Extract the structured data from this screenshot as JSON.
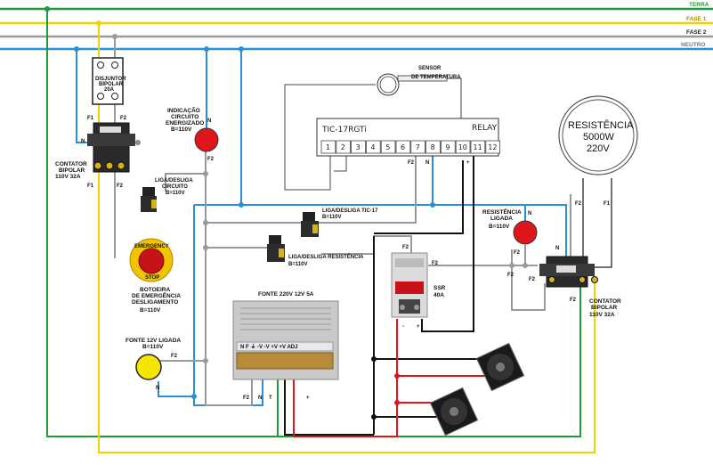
{
  "rails": {
    "terra": "TERRA",
    "fase1": "FASE 1",
    "fase2": "FASE 2",
    "neutro": "NEUTRO"
  },
  "colors": {
    "terra": "#1e9a3a",
    "fase1": "#f2d300",
    "fase2": "#9a9a9a",
    "neutro": "#2b8fd6",
    "signal": "#111111",
    "dc_positive": "#e0141b",
    "lamp_red": "#e0141b",
    "lamp_yellow": "#f5e400"
  },
  "breaker": {
    "label": "DISJUNTOR BIPOLAR 20A"
  },
  "contactor_left": {
    "label_line1": "CONTATOR",
    "label_line2": "BIPOLAR",
    "label_line3": "110V 32A",
    "f1_top": "F1",
    "f2_top": "F2",
    "n": "N",
    "f1_bottom": "F1",
    "f2_bottom": "F2"
  },
  "lamp_circuit": {
    "line1": "INDICAÇÃO",
    "line2": "CIRCUITO",
    "line3": "ENERGIZADO",
    "line4": "B=110V",
    "n": "N",
    "f2": "F2"
  },
  "switch_circuit": {
    "line1": "LIGA/DESLIGA",
    "line2": "CIRCUITO",
    "line3": "B=110V"
  },
  "switch_tic": {
    "line1": "LIGA/DESLIGA TIC-17",
    "line2": "B=110V"
  },
  "switch_res": {
    "line1": "LIGA/DESLIGA RESISTÊNCIA",
    "line2": "B=110V"
  },
  "emergency": {
    "cap_top": "EMERGENCY",
    "cap_bottom": "STOP",
    "line1": "BOTOEIRA",
    "line2": "DE EMERGÊNCIA",
    "line3": "DESLIGAMENTO",
    "line4": "B=110V"
  },
  "sensor": {
    "line1": "SENSOR",
    "line2": "DE TEMPERATURA"
  },
  "tic": {
    "model": "TIC-17RGTi",
    "relay": "RELAY",
    "terminals": [
      "1",
      "2",
      "3",
      "4",
      "5",
      "6",
      "7",
      "8",
      "9",
      "10",
      "11",
      "12"
    ],
    "f2": "F2",
    "n": "N",
    "plus": "+"
  },
  "ssr": {
    "line1": "SSR",
    "line2": "40A",
    "f2_top": "F2",
    "f2_right": "F2",
    "minus": "-",
    "plus": "+"
  },
  "lamp_resistance": {
    "line1": "RESISTÊNCIA",
    "line2": "LIGADA",
    "line3": "B=110V",
    "n": "N",
    "f2": "F2"
  },
  "resistance": {
    "line1": "RESISTÊNCIA",
    "line2": "5000W",
    "line3": "220V",
    "f2": "F2",
    "f1": "F1"
  },
  "contactor_right": {
    "label_line1": "CONTATOR",
    "label_line2": "BIPOLAR",
    "label_line3": "110V 32A",
    "n": "N",
    "f2": "F2",
    "f2b": "F2",
    "f2c": "F2"
  },
  "psu": {
    "title": "FONTE 220V 12V 5A",
    "f2": "F2",
    "n": "N",
    "t": "T",
    "minus": "-",
    "plus": "+"
  },
  "lamp_12v": {
    "line1": "FONTE 12V LIGADA",
    "line2": "B=110V",
    "f2": "F2",
    "n": "N"
  }
}
